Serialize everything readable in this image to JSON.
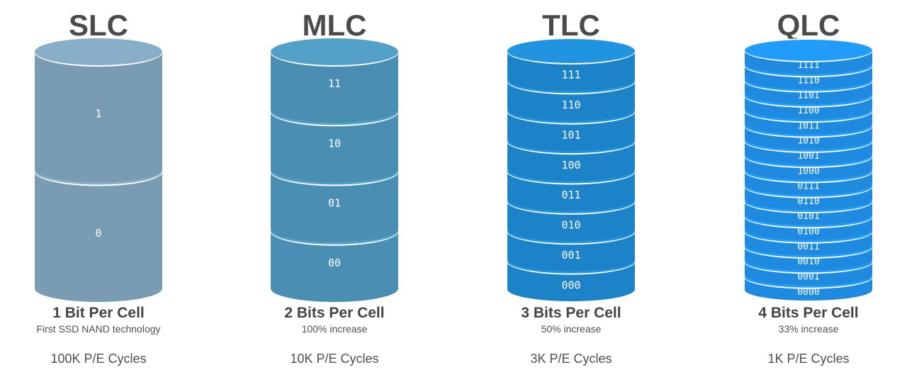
{
  "columns": [
    {
      "title": "SLC",
      "bits_per_cell": "1 Bit Per Cell",
      "subtitle": "First SSD NAND technology",
      "cycles": "100K P/E Cycles",
      "color": "#7a9cb3",
      "levels": [
        "1",
        "0"
      ]
    },
    {
      "title": "MLC",
      "bits_per_cell": "2 Bits Per Cell",
      "subtitle": "100% increase",
      "cycles": "10K P/E Cycles",
      "color": "#4a8fb3",
      "levels": [
        "11",
        "10",
        "01",
        "00"
      ]
    },
    {
      "title": "TLC",
      "bits_per_cell": "3 Bits Per Cell",
      "subtitle": "50% increase",
      "cycles": "3K P/E Cycles",
      "color": "#1d83c9",
      "levels": [
        "111",
        "110",
        "101",
        "100",
        "011",
        "010",
        "001",
        "000"
      ]
    },
    {
      "title": "QLC",
      "bits_per_cell": "4 Bits Per Cell",
      "subtitle": "33% increase",
      "cycles": "1K P/E Cycles",
      "color": "#1e8be0",
      "levels": [
        "1111",
        "1110",
        "1101",
        "1100",
        "1011",
        "1010",
        "1001",
        "1000",
        "0111",
        "0110",
        "0101",
        "0100",
        "0011",
        "0010",
        "0001",
        "0000"
      ]
    }
  ]
}
